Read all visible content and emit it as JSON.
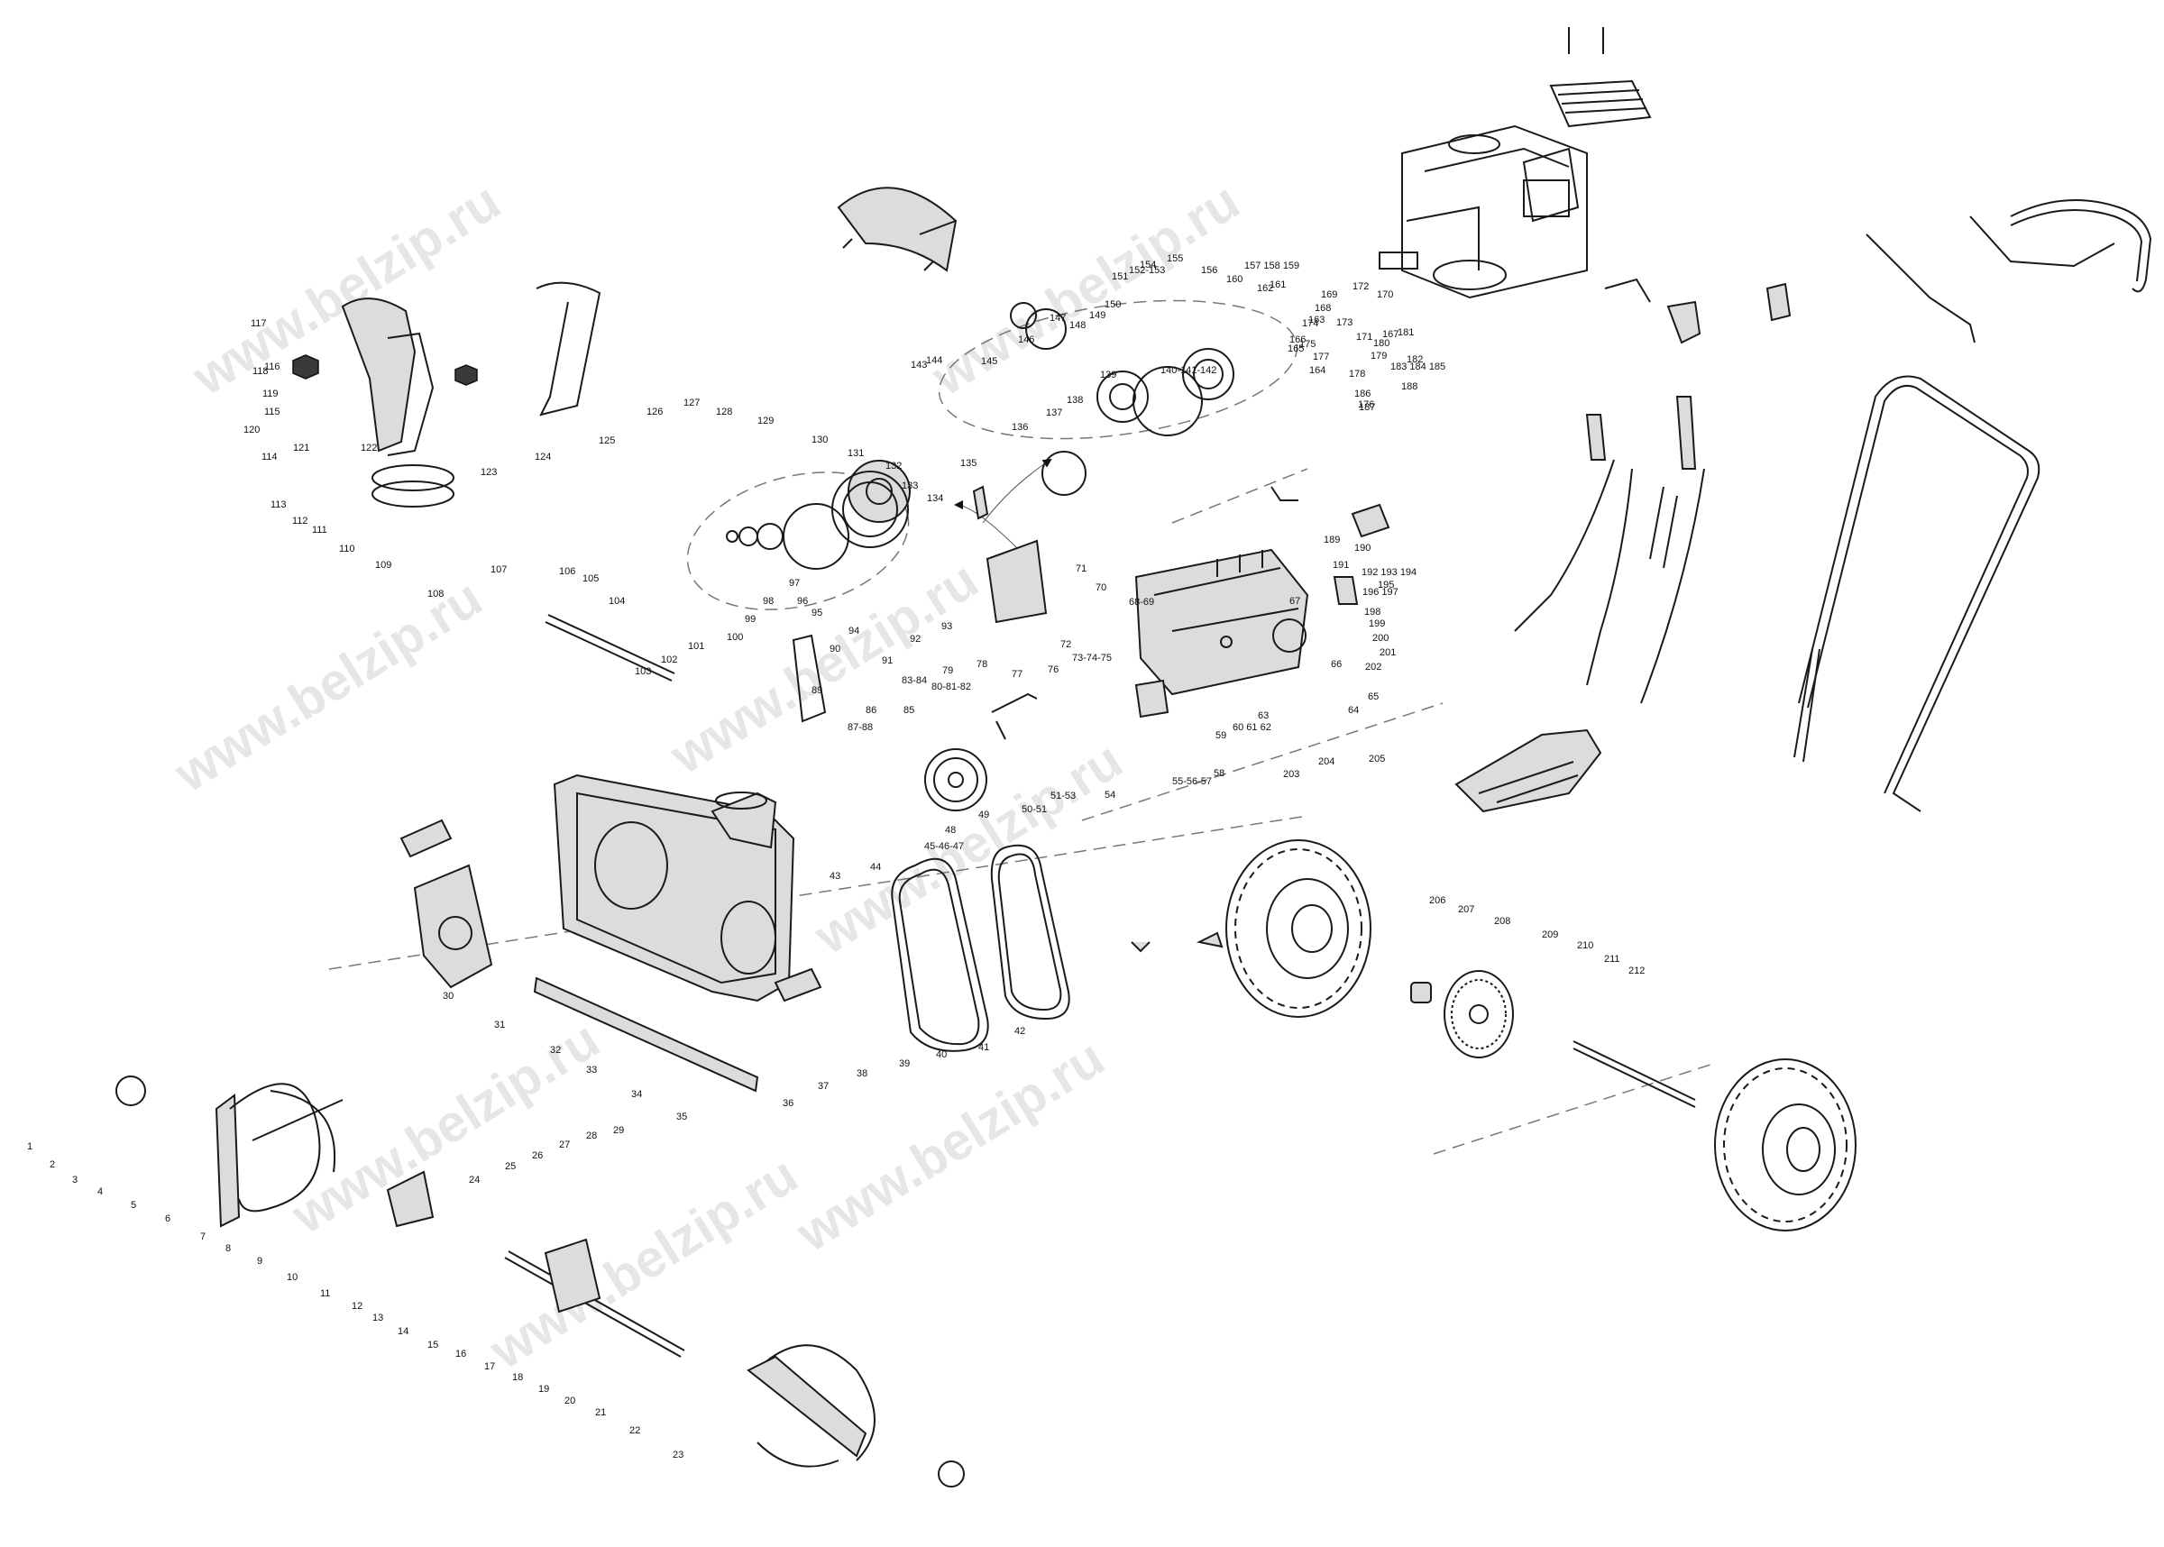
{
  "watermark": "www.belzip.ru",
  "callouts": [
    "1",
    "2",
    "3",
    "4",
    "5",
    "6",
    "7",
    "8",
    "9",
    "10",
    "11",
    "12",
    "13",
    "14",
    "15",
    "16",
    "17",
    "18",
    "19",
    "20",
    "21",
    "22",
    "23",
    "24",
    "25",
    "26",
    "27",
    "28",
    "29",
    "30",
    "31",
    "32",
    "33",
    "34",
    "35",
    "36",
    "37",
    "38",
    "39",
    "40",
    "41",
    "42",
    "43",
    "44",
    "45-46-47",
    "48",
    "49",
    "50-51",
    "51-53",
    "54",
    "55-56-57",
    "58",
    "59",
    "60 61 62",
    "63",
    "64",
    "65",
    "66",
    "67",
    "68-69",
    "70",
    "71",
    "72",
    "73-74-75",
    "76",
    "77",
    "78",
    "79",
    "80-81-82",
    "83-84",
    "85",
    "86",
    "87-88",
    "89",
    "90",
    "91",
    "92",
    "93",
    "94",
    "95",
    "96",
    "97",
    "98",
    "99",
    "100",
    "101",
    "102",
    "103",
    "104",
    "105",
    "106",
    "107",
    "108",
    "109",
    "110",
    "111",
    "112",
    "113",
    "114",
    "115",
    "116",
    "117",
    "118",
    "119",
    "120",
    "121",
    "122",
    "123",
    "124",
    "125",
    "126",
    "127",
    "128",
    "129",
    "130",
    "131",
    "132",
    "133",
    "134",
    "135",
    "136",
    "137",
    "138",
    "139",
    "140-141-142",
    "143",
    "144",
    "145",
    "146",
    "147",
    "148",
    "149",
    "150",
    "151",
    "152-153",
    "154",
    "155",
    "156",
    "157 158 159",
    "160",
    "161",
    "162",
    "163",
    "164",
    "165",
    "166",
    "167",
    "168",
    "169",
    "170",
    "171",
    "172",
    "173",
    "174",
    "175",
    "176",
    "177",
    "178",
    "179",
    "180",
    "181",
    "182",
    "183 184 185",
    "186",
    "187",
    "188",
    "189",
    "190",
    "191",
    "192 193 194",
    "195",
    "196 197",
    "198",
    "199",
    "200",
    "201",
    "202",
    "203",
    "204",
    "205",
    "206",
    "207",
    "208",
    "209",
    "210",
    "211",
    "212"
  ]
}
